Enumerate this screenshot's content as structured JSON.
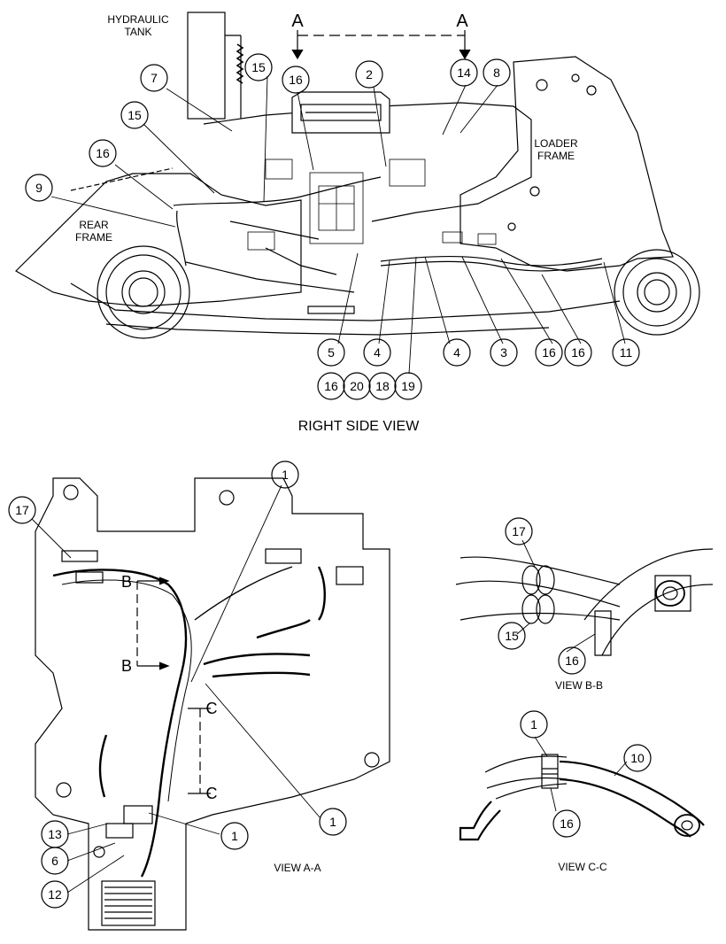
{
  "labels": {
    "hydraulic_tank_line1": "HYDRAULIC",
    "hydraulic_tank_line2": "TANK",
    "rear_frame_line1": "REAR",
    "rear_frame_line2": "FRAME",
    "loader_frame_line1": "LOADER",
    "loader_frame_line2": "FRAME",
    "section_a_left": "A",
    "section_a_right": "A",
    "section_b_upper": "B",
    "section_b_lower": "B",
    "section_c_upper": "C",
    "section_c_lower": "C",
    "right_side_view": "RIGHT SIDE VIEW",
    "view_a_a": "VIEW A-A",
    "view_b_b": "VIEW B-B",
    "view_c_c": "VIEW C-C"
  },
  "callouts": {
    "rsv": [
      "7",
      "15",
      "16",
      "2",
      "14",
      "8",
      "15",
      "16",
      "9",
      "5",
      "4",
      "4",
      "3",
      "16",
      "16",
      "11",
      "16",
      "20",
      "18",
      "19"
    ],
    "vaa": [
      "17",
      "1",
      "1",
      "1",
      "13",
      "6",
      "12"
    ],
    "vbb": [
      "17",
      "15",
      "16"
    ],
    "vcc": [
      "1",
      "10",
      "16"
    ]
  }
}
